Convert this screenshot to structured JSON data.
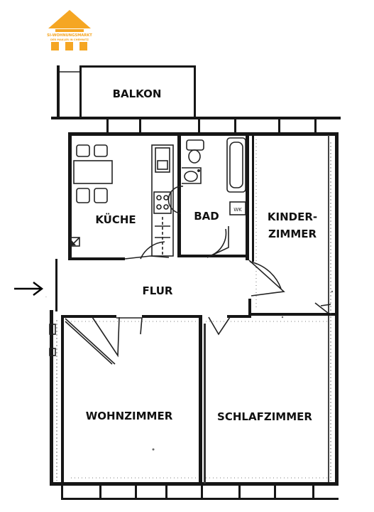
{
  "logo": {
    "line1": "SI-WOHNUNGSMARKT",
    "line2": "DER MAKLER IN CHEMNITZ",
    "color": "#f5a623"
  },
  "rooms": {
    "balkon": "BALKON",
    "kueche": "KÜCHE",
    "bad": "BAD",
    "kinder_line1": "KINDER-",
    "kinder_line2": "ZIMMER",
    "flur": "FLUR",
    "wohnzimmer": "WOHNZIMMER",
    "schlafzimmer": "SCHLAFZIMMER"
  },
  "fixtures": {
    "wm": "WK"
  },
  "entrance": {
    "icon": "arrow-right-icon",
    "glyph": "→"
  }
}
